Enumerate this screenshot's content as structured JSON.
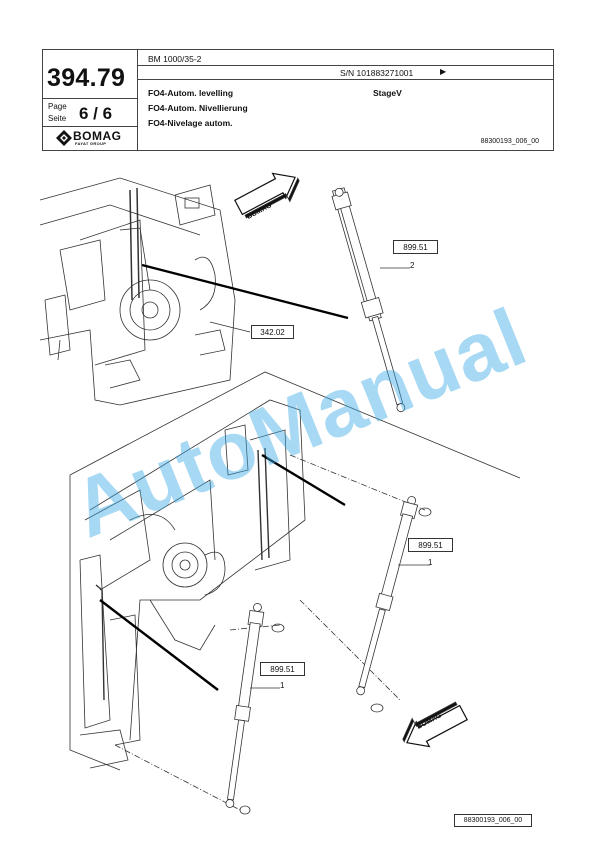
{
  "header": {
    "page_number": "394.79",
    "page_label": "Page",
    "seite_label": "Seite",
    "page_value": "6 / 6",
    "logo_text": "BOMAG",
    "logo_sub": "FAYAT GROUP",
    "model": "BM 1000/35-2",
    "serial": "S/N 101883271001",
    "serial_arrow": "▶",
    "title_en": "FO4-Autom. levelling",
    "title_de": "FO4-Autom. Nivellierung",
    "title_fr": "FO4-Nivelage autom.",
    "stage": "StageV",
    "doc_ref": "88300193_006_00"
  },
  "callouts": {
    "ref_top": "899.51",
    "ref_top_item": "2",
    "ref_left": "342.02",
    "ref_mid": "899.51",
    "ref_mid_item": "1",
    "ref_low": "899.51",
    "ref_low_item": "1"
  },
  "arrows": {
    "top_label": "BOMAG",
    "bottom_label": "BOMAG"
  },
  "watermark": "AutoManual",
  "footer": {
    "doc_ref": "88300193_006_00"
  }
}
